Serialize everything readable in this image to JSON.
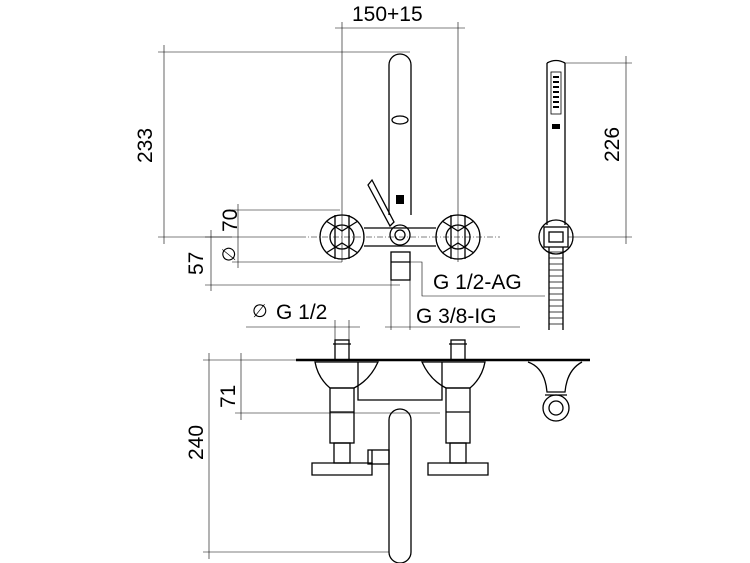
{
  "labels": {
    "width_150_15": "150+15",
    "height_233": "233",
    "height_226": "226",
    "dia_70": "70",
    "height_57": "57",
    "height_71": "71",
    "height_240": "240",
    "g12_ag": "G 1/2-AG",
    "g38_ig": "G 3/8-IG",
    "g12": "G 1/2",
    "diameter_symbol": "∅"
  },
  "colors": {
    "line": "#000000",
    "background": "#ffffff"
  }
}
